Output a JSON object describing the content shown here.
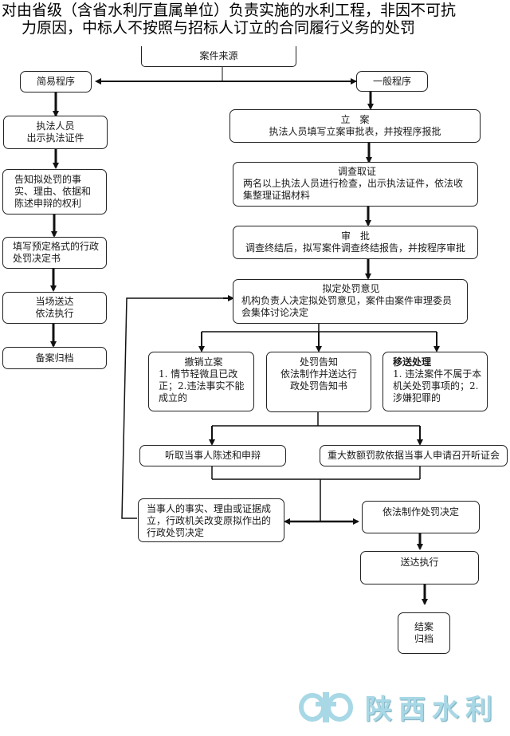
{
  "title": {
    "line1": "对由省级（含省水利厅直属单位）负责实施的水利工程，非因不可抗",
    "line2": "力原因，中标人不按照与招标人订立的合同履行义务的处罚"
  },
  "nodes": {
    "source": "案件来源",
    "simple": "简易程序",
    "general": "一般程序",
    "show_id": "执法人员\n出示执法证件",
    "inform": "告知拟处罚的事实、理由、依据和陈述申辩的权利",
    "fill_form": "填写预定格式的行政处罚决定书",
    "deliver_onsite": "当场送达\n依法执行",
    "archive_simple": "备案归档",
    "register": {
      "head": "立　案",
      "body": "执法人员填写立案审批表，并按程序报批"
    },
    "investigate": {
      "head": "调查取证",
      "body": "两名以上执法人员进行检查，出示执法证件，依法收集整理证据材料"
    },
    "approve": {
      "head": "审　批",
      "body": "调查终结后，拟写案件调查终结报告，并按程序审批"
    },
    "draft_opinion": {
      "head": "拟定处罚意见",
      "body": "机构负责人决定拟处罚意见，案件由案件审理委员会集体讨论决定"
    },
    "revoke": {
      "head": "撤销立案",
      "body": "1. 情节轻微且已改正；2.违法事实不能成立的"
    },
    "notify": {
      "head": "处罚告知",
      "body": "依法制作并送达行政处罚告知书"
    },
    "transfer": {
      "head": "移送处理",
      "body": "1. 违法案件不属于本机关处罚事项的；2.涉嫌犯罪的"
    },
    "hear_statement": "听取当事人陈述和申辩",
    "hearing": "重大数额罚款依据当事人申请召开听证会",
    "change_decision": "当事人的事实、理由或证据成立，行政机关改变原拟作出的行政处罚决定",
    "make_decision": "依法制作处罚决定",
    "deliver_execute": "送达执行",
    "close_case": "结案\n归档"
  },
  "logo": {
    "text": "陕西水利",
    "color": "#a8d8e6"
  }
}
